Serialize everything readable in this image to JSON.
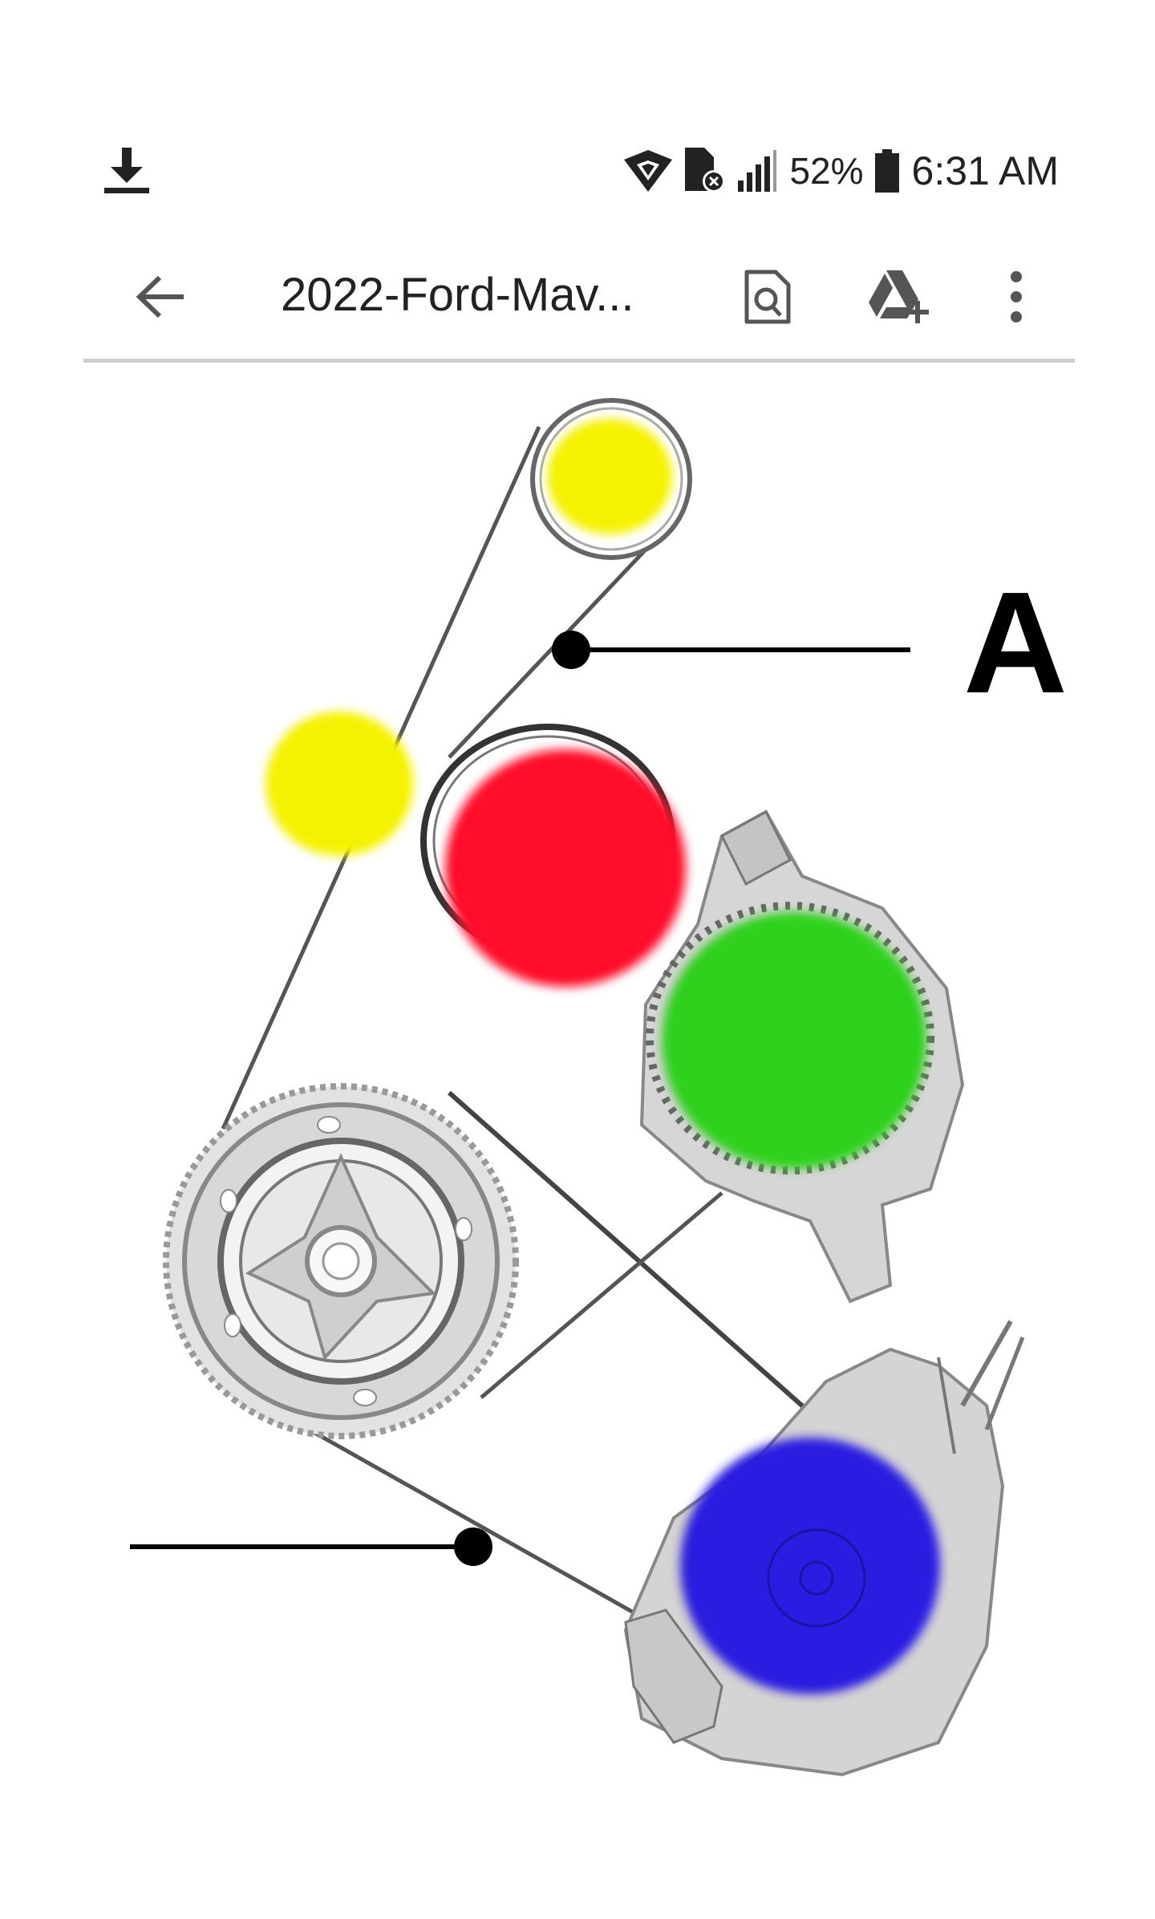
{
  "status_bar": {
    "icons": [
      "download-icon",
      "wifi-icon",
      "sim-error-icon",
      "signal-icon",
      "battery-icon"
    ],
    "battery_percent": "52%",
    "time": "6:31 AM"
  },
  "app_bar": {
    "title": "2022-Ford-Mav...",
    "icons": [
      "back-arrow-icon",
      "find-in-document-icon",
      "add-to-drive-icon",
      "more-vert-icon"
    ]
  },
  "document": {
    "callout_label": "A",
    "pulleys": [
      {
        "name": "top-idler-pulley",
        "color": "#f5f200"
      },
      {
        "name": "left-idler-pulley",
        "color": "#f5f200"
      },
      {
        "name": "red-pulley",
        "color": "#ff0d2b"
      },
      {
        "name": "green-pulley",
        "color": "#2fd11a"
      },
      {
        "name": "crankshaft-pulley",
        "color": "#bdbdbd"
      },
      {
        "name": "blue-pulley",
        "color": "#2a1ee0"
      }
    ],
    "colors": {
      "belt": "#555555",
      "callout_line": "#000000",
      "divider": "#cfcfcf"
    }
  }
}
